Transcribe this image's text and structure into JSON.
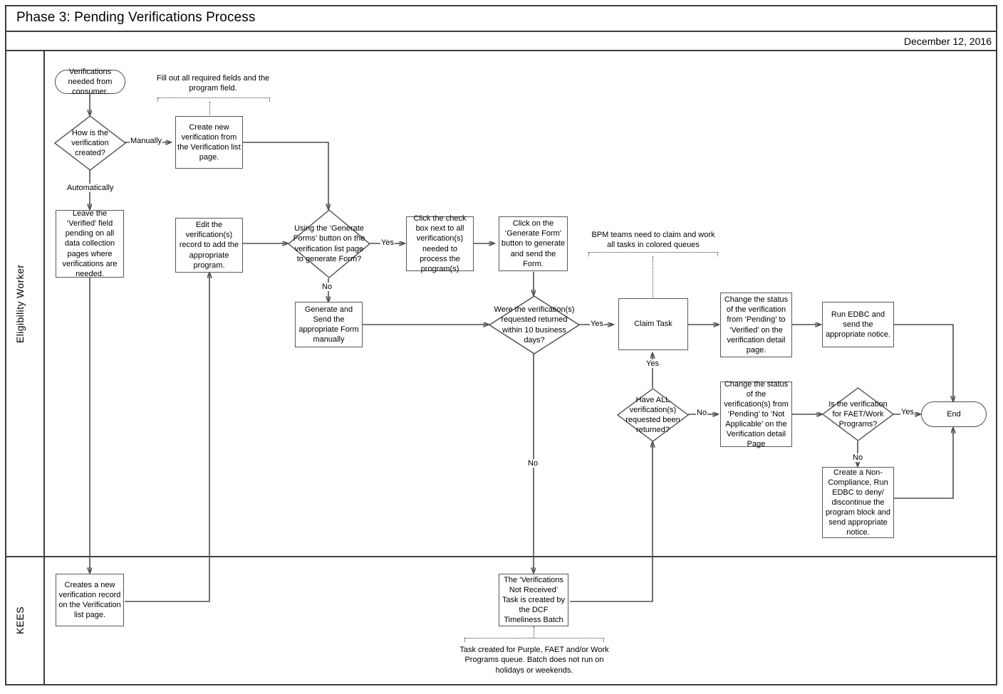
{
  "header": {
    "title": "Phase 3: Pending Verifications Process",
    "date": "December 12, 2016"
  },
  "lanes": [
    {
      "id": "eligibility-worker",
      "label": "Eligibility Worker"
    },
    {
      "id": "kees",
      "label": "KEES"
    }
  ],
  "nodes": {
    "start": "Verifications needed from consumer.",
    "how_created": "How is the verification created?",
    "create_new_verification": "Create new verification from the Verification list page.",
    "leave_verified_pending": "Leave the ‘Verified’ field pending on all data collection pages where verifications are needed.",
    "edit_verification_record": "Edit the verification(s) record to add the appropriate program.",
    "using_generate_forms": "Using the ‘Generate Forms’ button on the verification list page to generate Form?",
    "click_check_box": "Click the check box next to all verification(s) needed to process the program(s)",
    "click_generate_form": "Click on the ‘Generate Form’ button to generate and send the Form.",
    "generate_send_manually": "Generate and Send the appropriate Form manually",
    "returned_10_days": "Were the verification(s) requested returned within 10 business days?",
    "claim_task": "Claim Task",
    "change_status_verified": "Change the status of the verification from ‘Pending’ to ‘Verified’ on the verification detail page.",
    "run_edbc_notice": "Run EDBC and send the appropriate notice.",
    "have_all_returned": "Have ALL verification(s) requested been returned?",
    "change_status_not_applicable": "Change the status of the verification(s) from ‘Pending’ to ‘Not Applicable’ on the Verification detail Page",
    "faet_work_programs": "Is the verification for FAET/Work Programs?",
    "create_non_compliance": "Create a Non-Compliance, Run EDBC to deny/ discontinue the program block and send appropriate notice.",
    "end": "End",
    "kees_creates_record": "Creates a new verification record on the Verification list page.",
    "kees_not_received_task": "The ‘Verifications Not Received’ Task is created by the DCF Timeliness Batch"
  },
  "annotations": {
    "fill_out_fields": "Fill out all required fields and the program field.",
    "bpm_teams": "BPM teams need to claim and work all tasks in colored queues",
    "task_created_queues": "Task created for Purple, FAET and/or Work Programs queue. Batch does not run on holidays or weekends."
  },
  "edge_labels": {
    "manually": "Manually",
    "automatically": "Automatically",
    "gen_forms_yes": "Yes",
    "gen_forms_no": "No",
    "returned_yes": "Yes",
    "returned_no": "No",
    "have_all_yes": "Yes",
    "have_all_no": "No",
    "faet_yes": "Yes",
    "faet_no": "No"
  },
  "colors": {
    "frame": "#3d3d3d",
    "shape_stroke": "#59595b",
    "connector": "#4e4e50",
    "background": "#ffffff",
    "text": "#000000"
  }
}
